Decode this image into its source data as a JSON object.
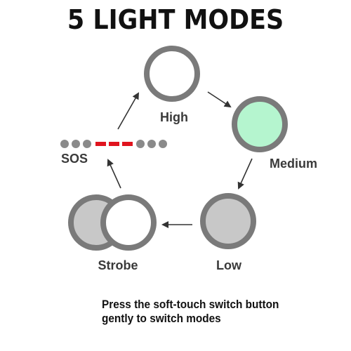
{
  "title": "5 LIGHT MODES",
  "modes": {
    "high": "High",
    "medium": "Medium",
    "low": "Low",
    "strobe": "Strobe",
    "sos": "SOS"
  },
  "caption": {
    "line1": "Press the soft-touch switch button",
    "line2": "gently to switch modes"
  },
  "colors": {
    "ring": "#7a7a7a",
    "high_fill": "#ffffff",
    "medium_fill": "#b5f5cf",
    "low_fill": "#c8c8c8",
    "strobe_back_fill": "#c8c8c8",
    "strobe_front_fill": "#ffffff",
    "sos_dot": "#8a8a8a",
    "sos_dash": "#e0141e",
    "arrow": "#333333"
  }
}
